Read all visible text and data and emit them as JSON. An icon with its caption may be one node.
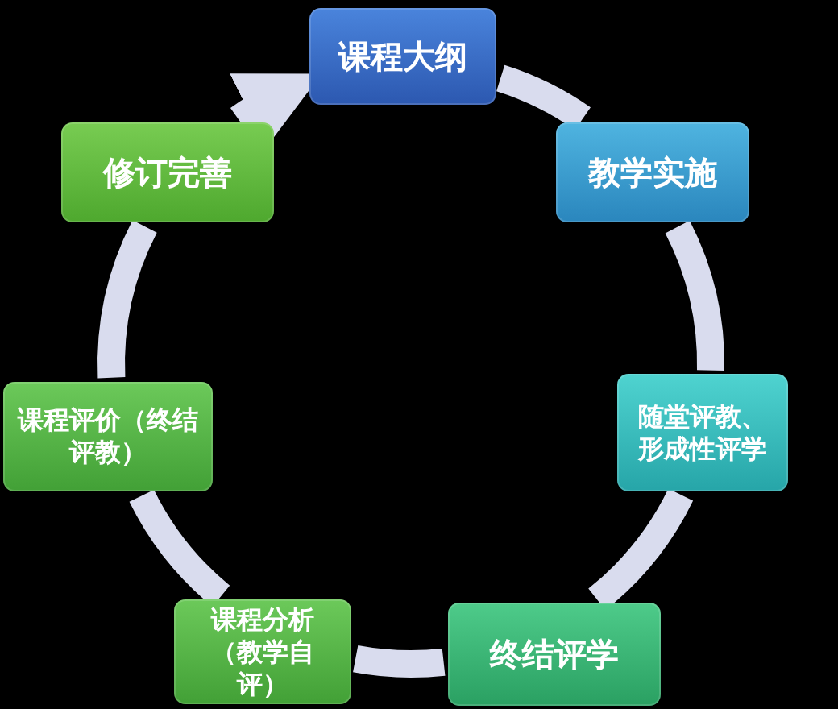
{
  "diagram": {
    "nodes": [
      {
        "text": [
          "课程大纲"
        ]
      },
      {
        "text": [
          "教学实施"
        ]
      },
      {
        "text": [
          "随堂评教、形成性评学"
        ]
      },
      {
        "text": [
          "终结评学"
        ]
      },
      {
        "text": [
          "课程分析（教学自评）"
        ]
      },
      {
        "text": [
          "课程评价（终结评教）"
        ]
      },
      {
        "text": [
          "修订完善"
        ]
      }
    ],
    "edges": [
      {
        "from": 0,
        "to": 1,
        "arrow": "none"
      },
      {
        "from": 1,
        "to": 2,
        "arrow": "none"
      },
      {
        "from": 2,
        "to": 3,
        "arrow": "none"
      },
      {
        "from": 3,
        "to": 4,
        "arrow": "none"
      },
      {
        "from": 4,
        "to": 5,
        "arrow": "none"
      },
      {
        "from": 5,
        "to": 6,
        "arrow": "none"
      },
      {
        "from": 6,
        "to": 0,
        "arrow": "to"
      }
    ]
  }
}
